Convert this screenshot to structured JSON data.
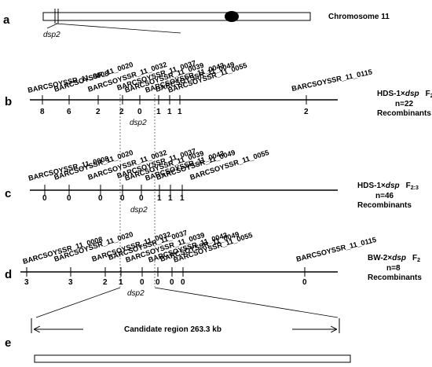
{
  "panel_a": {
    "letter": "a",
    "chromosome_label": "Chromosome 11",
    "gene_label": "dsp2"
  },
  "markers": [
    "BARCSOYSSR_11_0008",
    "BARCSOYSSR_11_0020",
    "BARCSOYSSR_11_0032",
    "BARCSOYSSR_11_0037",
    "BARCSOYSSR_11_0039",
    "BARCSOYSSR_11_0043",
    "BARCSOYSSR_11_0049",
    "BARCSOYSSR_11_0055",
    "BARCSOYSSR_11_0115"
  ],
  "panels": [
    {
      "letter": "b",
      "cross_prefix": "HDS-1×",
      "cross_gene": "dsp",
      "generation": "F",
      "generation_sub": "2",
      "n": "n=22",
      "unit": "Recombinants",
      "gene_label": "dsp2",
      "recombinants": [
        "8",
        "6",
        "2",
        "2",
        "0",
        "1",
        "1",
        "1",
        "2"
      ]
    },
    {
      "letter": "c",
      "cross_prefix": "HDS-1×",
      "cross_gene": "dsp",
      "generation": "F",
      "generation_sub": "2:3",
      "n": "n=46",
      "unit": "Recombinants",
      "gene_label": "dsp2",
      "recombinants": [
        "0",
        "0",
        "0",
        "0",
        "0",
        "1",
        "1",
        "1"
      ]
    },
    {
      "letter": "d",
      "cross_prefix": "BW-2×",
      "cross_gene": "dsp",
      "generation": "F",
      "generation_sub": "2",
      "n": "n=8",
      "unit": "Recombinants",
      "gene_label": "dsp2",
      "recombinants": [
        "3",
        "3",
        "2",
        "1",
        "0",
        "0",
        "0",
        "0",
        "0"
      ]
    }
  ],
  "panel_e": {
    "letter": "e",
    "candidate_label": "Candidate region 263.3 kb"
  }
}
